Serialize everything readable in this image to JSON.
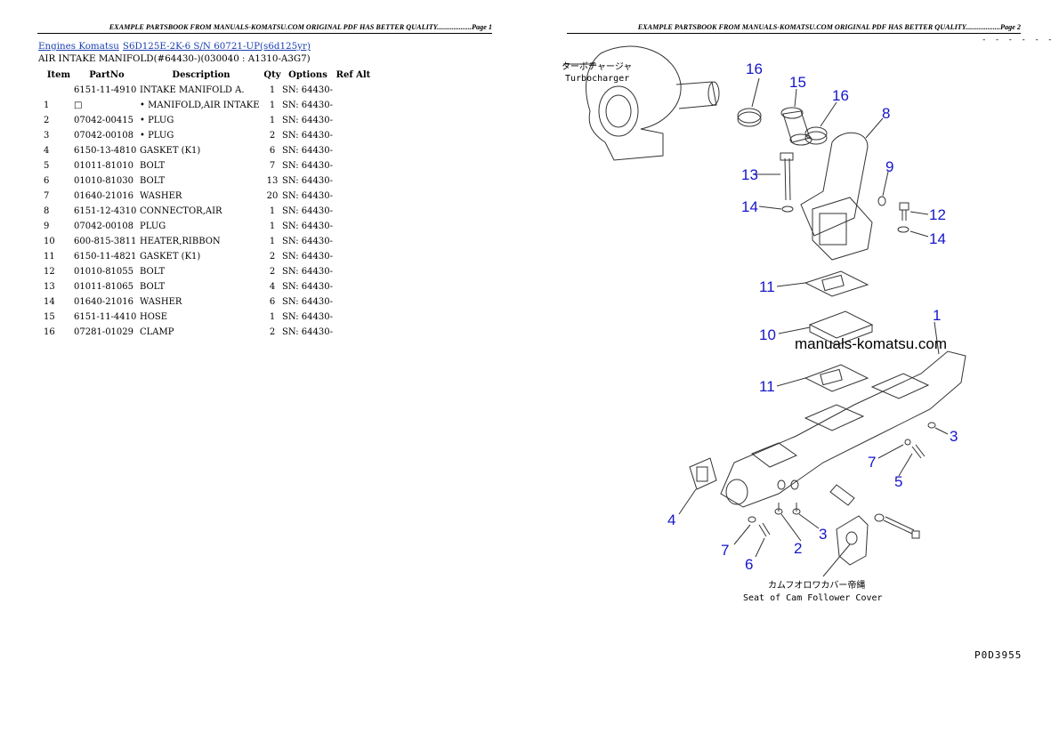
{
  "page1": {
    "header": "EXAMPLE PARTSBOOK FROM MANUALS-KOMATSU.COM ORIGINAL PDF HAS BETTER QUALITY...................Page 1",
    "breadcrumb": {
      "link1": "Engines Komatsu",
      "link2": "S6D125E-2K-6 S/N 60721-UP(s6d125yr)"
    },
    "subtitle": "AIR INTAKE MANIFOLD(#64430-)(030040 : A1310-A3G7)",
    "table": {
      "headers": {
        "item": "Item",
        "partno": "PartNo",
        "description": "Description",
        "qty": "Qty",
        "options": "Options",
        "refalt": "Ref Alt"
      },
      "rows": [
        {
          "item": "",
          "partno": "6151-11-4910",
          "description": "INTAKE MANIFOLD A.",
          "qty": "1",
          "options": "SN: 64430-"
        },
        {
          "item": "1",
          "partno": "□",
          "description": "• MANIFOLD,AIR INTAKE",
          "qty": "1",
          "options": "SN: 64430-"
        },
        {
          "item": "2",
          "partno": "07042-00415",
          "description": "• PLUG",
          "qty": "1",
          "options": "SN: 64430-"
        },
        {
          "item": "3",
          "partno": "07042-00108",
          "description": "• PLUG",
          "qty": "2",
          "options": "SN: 64430-"
        },
        {
          "item": "4",
          "partno": "6150-13-4810",
          "description": "GASKET (K1)",
          "qty": "6",
          "options": "SN: 64430-"
        },
        {
          "item": "5",
          "partno": "01011-81010",
          "description": "BOLT",
          "qty": "7",
          "options": "SN: 64430-"
        },
        {
          "item": "6",
          "partno": "01010-81030",
          "description": "BOLT",
          "qty": "13",
          "options": "SN: 64430-"
        },
        {
          "item": "7",
          "partno": "01640-21016",
          "description": "WASHER",
          "qty": "20",
          "options": "SN: 64430-"
        },
        {
          "item": "8",
          "partno": "6151-12-4310",
          "description": "CONNECTOR,AIR",
          "qty": "1",
          "options": "SN: 64430-"
        },
        {
          "item": "9",
          "partno": "07042-00108",
          "description": "PLUG",
          "qty": "1",
          "options": "SN: 64430-"
        },
        {
          "item": "10",
          "partno": "600-815-3811",
          "description": "HEATER,RIBBON",
          "qty": "1",
          "options": "SN: 64430-"
        },
        {
          "item": "11",
          "partno": "6150-11-4821",
          "description": "GASKET (K1)",
          "qty": "2",
          "options": "SN: 64430-"
        },
        {
          "item": "12",
          "partno": "01010-81055",
          "description": "BOLT",
          "qty": "2",
          "options": "SN: 64430-"
        },
        {
          "item": "13",
          "partno": "01011-81065",
          "description": "BOLT",
          "qty": "4",
          "options": "SN: 64430-"
        },
        {
          "item": "14",
          "partno": "01640-21016",
          "description": "WASHER",
          "qty": "6",
          "options": "SN: 64430-"
        },
        {
          "item": "15",
          "partno": "6151-11-4410",
          "description": "HOSE",
          "qty": "1",
          "options": "SN: 64430-"
        },
        {
          "item": "16",
          "partno": "07281-01029",
          "description": "CLAMP",
          "qty": "2",
          "options": "SN: 64430-"
        }
      ]
    }
  },
  "page2": {
    "header": "EXAMPLE PARTSBOOK FROM MANUALS-KOMATSU.COM ORIGINAL PDF HAS BETTER QUALITY...................Page 2",
    "dashes": "- - - - - -",
    "diagram": {
      "turbo_caption_jp": "ターボチャージャ",
      "turbo_caption": "Turbocharger",
      "cam_caption_jp": "カムフオロワカバー帝縄",
      "cam_caption": "Seat of Cam Follower Cover",
      "watermark": "manuals-komatsu.com",
      "callouts": [
        "16",
        "15",
        "16",
        "8",
        "13",
        "9",
        "14",
        "12",
        "14",
        "11",
        "1",
        "10",
        "11",
        "3",
        "7",
        "5",
        "4",
        "7",
        "2",
        "3",
        "6"
      ],
      "figure_number": "P0D3955"
    }
  },
  "colors": {
    "link": "#1a3fb0",
    "callout": "#1515c8",
    "line": "#333333"
  }
}
